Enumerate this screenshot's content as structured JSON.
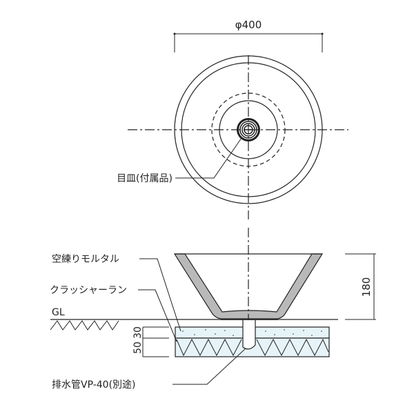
{
  "plan_view": {
    "diameter_label": "φ400",
    "drain_label": "目皿(付属品)"
  },
  "section_view": {
    "mortar_label": "空練りモルタル",
    "crusher_run_label": "クラッシャーラン",
    "gl_label": "GL",
    "height_label": "180",
    "mortar_thickness_label": "30",
    "crusher_thickness_label": "50",
    "pipe_label": "排水管VP-40(別途)"
  },
  "colors": {
    "line": "#222222",
    "bowl_shell": "#b9b9b9",
    "base_fill": "#e6f3f8"
  }
}
